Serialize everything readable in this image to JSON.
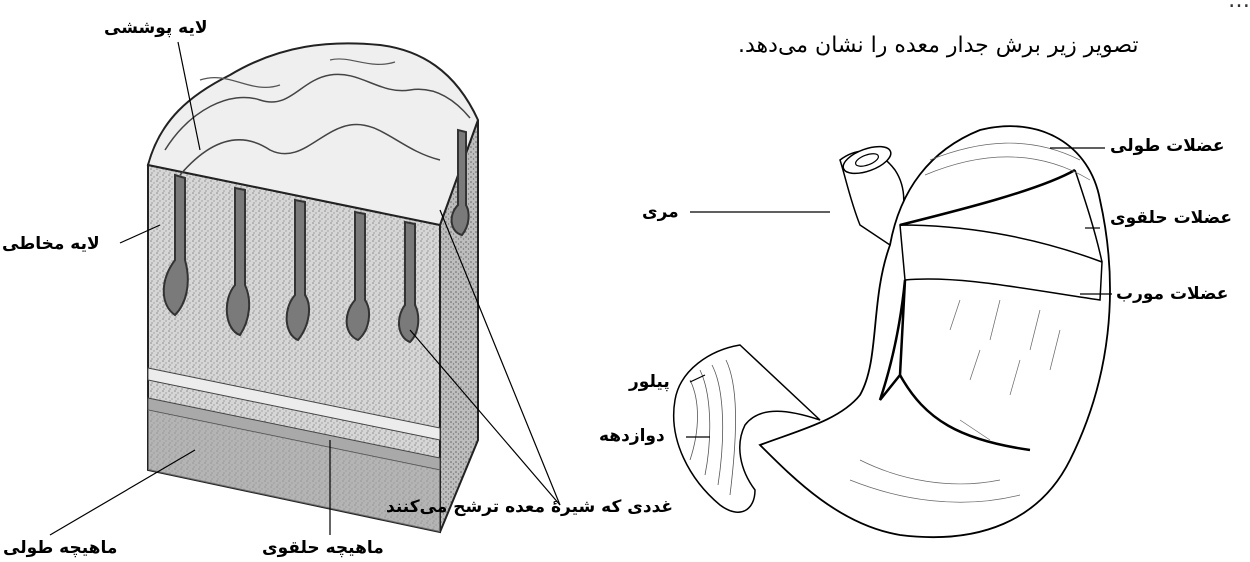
{
  "caption_top": "…",
  "caption": "تصویر زیر برش جدار معده را نشان می‌دهد.",
  "left_figure": {
    "labels": {
      "covering_layer": "لایه پوششی",
      "mucosa_layer": "لایه مخاطی",
      "longitudinal_muscle": "ماهیچه طولی",
      "circular_muscle": "ماهیچه حلقوی",
      "gastric_glands": "غددی که شیرهٔ معده ترشح می‌کنند"
    }
  },
  "right_figure": {
    "labels": {
      "longitudinal_muscles": "عضلات طولی",
      "esophagus": "مری",
      "circular_muscles": "عضلات حلقوی",
      "oblique_muscles": "عضلات مورب",
      "pylorus": "پیلور",
      "duodenum": "دوازدهه"
    }
  }
}
